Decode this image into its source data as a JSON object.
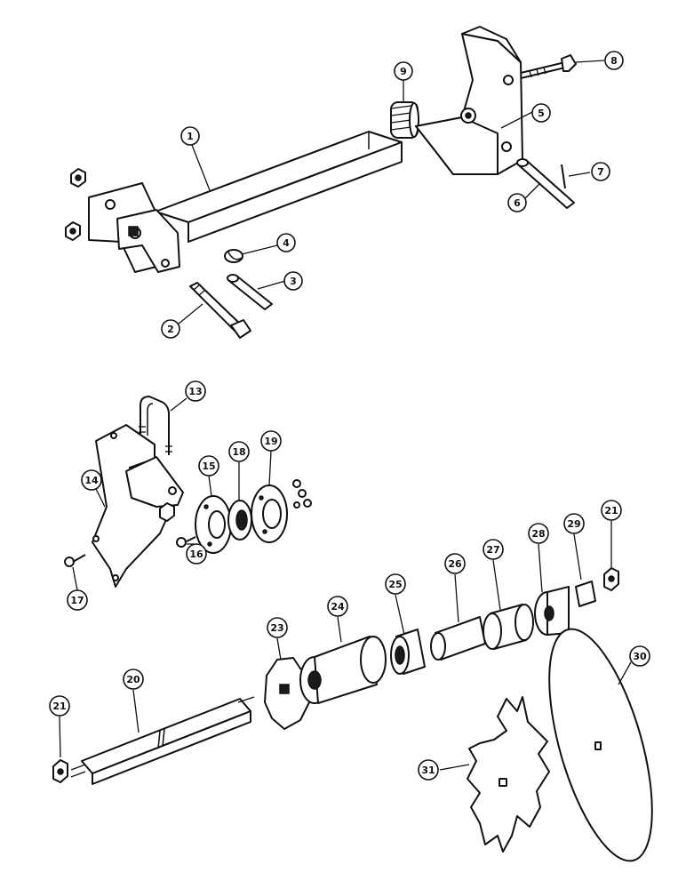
{
  "callouts": [
    {
      "id": "c1",
      "label": "1"
    },
    {
      "id": "c2",
      "label": "2"
    },
    {
      "id": "c3",
      "label": "3"
    },
    {
      "id": "c4",
      "label": "4"
    },
    {
      "id": "c5",
      "label": "5"
    },
    {
      "id": "c6",
      "label": "6"
    },
    {
      "id": "c7",
      "label": "7"
    },
    {
      "id": "c8",
      "label": "8"
    },
    {
      "id": "c9",
      "label": "9"
    },
    {
      "id": "c13",
      "label": "13"
    },
    {
      "id": "c14",
      "label": "14"
    },
    {
      "id": "c15",
      "label": "15"
    },
    {
      "id": "c16",
      "label": "16"
    },
    {
      "id": "c17",
      "label": "17"
    },
    {
      "id": "c18",
      "label": "18"
    },
    {
      "id": "c19",
      "label": "19"
    },
    {
      "id": "c20",
      "label": "20"
    },
    {
      "id": "c21a",
      "label": "21"
    },
    {
      "id": "c21b",
      "label": "21"
    },
    {
      "id": "c23",
      "label": "23"
    },
    {
      "id": "c24",
      "label": "24"
    },
    {
      "id": "c25",
      "label": "25"
    },
    {
      "id": "c26",
      "label": "26"
    },
    {
      "id": "c27",
      "label": "27"
    },
    {
      "id": "c28",
      "label": "28"
    },
    {
      "id": "c29",
      "label": "29"
    },
    {
      "id": "c30",
      "label": "30"
    },
    {
      "id": "c31",
      "label": "31"
    }
  ]
}
